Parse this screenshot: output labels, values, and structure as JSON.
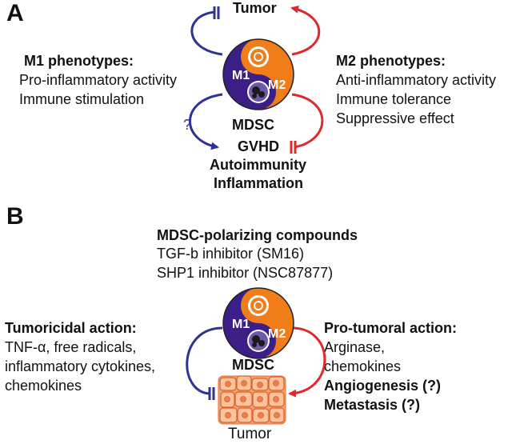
{
  "panel_a": {
    "letter": "A",
    "tumor": "Tumor",
    "m1": {
      "title": "M1 phenotypes:",
      "lines": [
        "Pro-inflammatory activity",
        "Immune stimulation"
      ]
    },
    "m2": {
      "title": "M2 phenotypes:",
      "lines": [
        "Anti-inflammatory activity",
        "Immune tolerance",
        "Suppressive effect"
      ]
    },
    "cell_m1": "M1",
    "cell_m2": "M2",
    "mdsc": "MDSC",
    "question": "?",
    "targets": [
      "GVHD",
      "Autoimmunity",
      "Inflammation"
    ]
  },
  "panel_b": {
    "letter": "B",
    "compounds_title": "MDSC-polarizing compounds",
    "compounds": [
      "TGF-b inhibitor (SM16)",
      "SHP1 inhibitor (NSC87877)"
    ],
    "cell_m1": "M1",
    "cell_m2": "M2",
    "mdsc": "MDSC",
    "left_title": "Tumoricidal action:",
    "left_lines": [
      "TNF-α, free radicals,",
      "inflammatory cytokines,",
      "chemokines"
    ],
    "right_title": "Pro-tumoral action:",
    "right_lines": [
      "Arginase,",
      "chemokines"
    ],
    "right_bold_lines": [
      "Angiogenesis (?)",
      "Metastasis (?)"
    ],
    "tumor": "Tumor"
  },
  "colors": {
    "m1_purple": "#3b1f86",
    "m2_orange": "#f07d1a",
    "inhibit_blue": "#2f3394",
    "promote_red": "#e0282e",
    "tumor_fill": "#f6a070"
  }
}
